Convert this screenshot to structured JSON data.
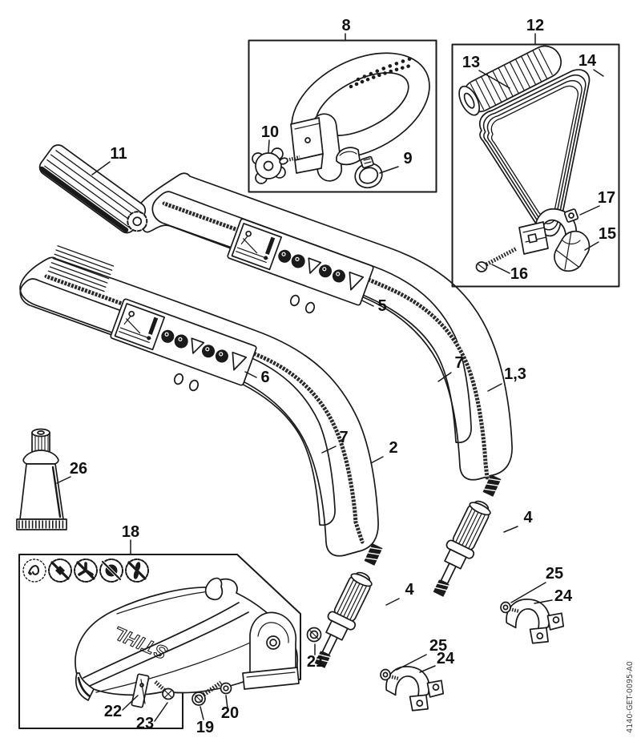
{
  "doc_code": "4140-GET-0095-A0",
  "brand_text": "STIHL",
  "labels": {
    "n1_3": "1,3",
    "n2": "2",
    "n4": "4",
    "n5": "5",
    "n6": "6",
    "n7": "7",
    "n8": "8",
    "n9": "9",
    "n10": "10",
    "n11": "11",
    "n12": "12",
    "n13": "13",
    "n14": "14",
    "n15": "15",
    "n16": "16",
    "n17": "17",
    "n18": "18",
    "n19": "19",
    "n20": "20",
    "n21": "21",
    "n22": "22",
    "n23": "23",
    "n24": "24",
    "n25": "25",
    "n26": "26"
  },
  "colors": {
    "ink": "#1a1a1a",
    "paper": "#ffffff"
  }
}
